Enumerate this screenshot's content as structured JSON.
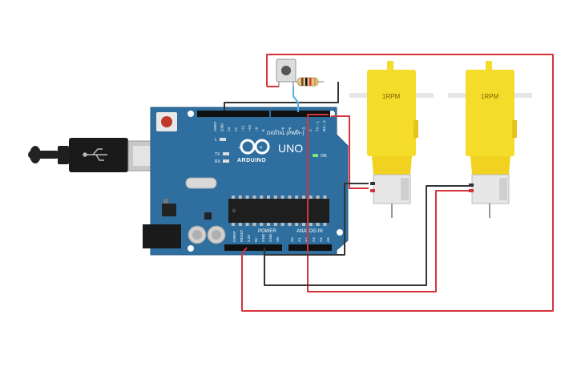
{
  "board": {
    "brand": "ARDUINO",
    "model": "UNO",
    "on_label": "ON",
    "led_l": "L",
    "led_tx": "TX",
    "led_rx": "RX",
    "digital_label": "DIGITAL (PWM~)",
    "power_label": "POWER",
    "analog_label": "ANALOG IN",
    "top_pins": [
      "AREF",
      "GND",
      "13",
      "12",
      "~11",
      "~10",
      "~9",
      "8",
      "7",
      "~6",
      "~5",
      "4",
      "~3",
      "2",
      "TX→1",
      "RX←0"
    ],
    "power_pins": [
      "IOREF",
      "RESET",
      "3.3V",
      "5V",
      "GND",
      "GND",
      "Vin"
    ],
    "analog_pins": [
      "A0",
      "A1",
      "A2",
      "A3",
      "A4",
      "A5"
    ],
    "color": "#2f6fa0"
  },
  "motors": [
    {
      "label": "1RPM"
    },
    {
      "label": "1RPM"
    }
  ],
  "colors": {
    "wire_red": "#d6343b",
    "wire_black": "#333333",
    "wire_blue": "#4fb3e0",
    "motor_yellow": "#f6dc2a"
  }
}
